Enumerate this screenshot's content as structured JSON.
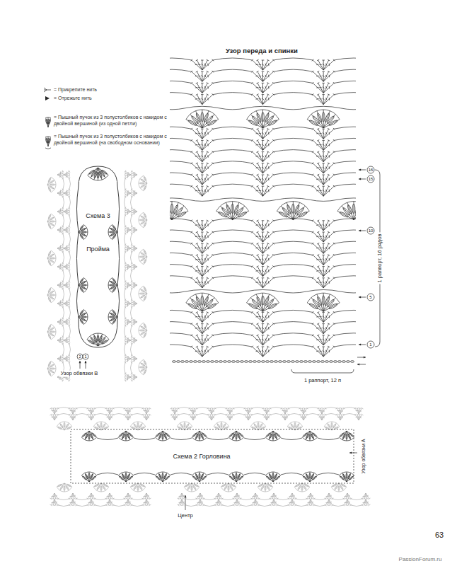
{
  "diagram": {
    "title": "Узор переда и спинки",
    "nodes": [
      {
        "text": [
          "Схема 3",
          "Пройма"
        ]
      },
      {
        "text": [
          "Схема 2 Горловина"
        ]
      }
    ],
    "labels": [
      "16",
      "15",
      "10",
      "5",
      "1",
      "1 раппорт, 16 рядов",
      "1 раппорт, 12 п",
      "2",
      "1",
      "Узор обвязки В",
      "Узор обвязки А",
      "Центр",
      "63",
      "PassionForum.ru"
    ],
    "legend": [
      {
        "text": "= Прикрепите нить"
      },
      {
        "text": "= Отрежьте нить"
      },
      {
        "text": "= Пышный пучок из 3 полустолбиков с накидом с двойной вершиной (из одной петли)"
      },
      {
        "text": "= Пышный пучок из 3 полустолбиков с накидом с двойной вершиной (на свободном основании)"
      }
    ]
  }
}
